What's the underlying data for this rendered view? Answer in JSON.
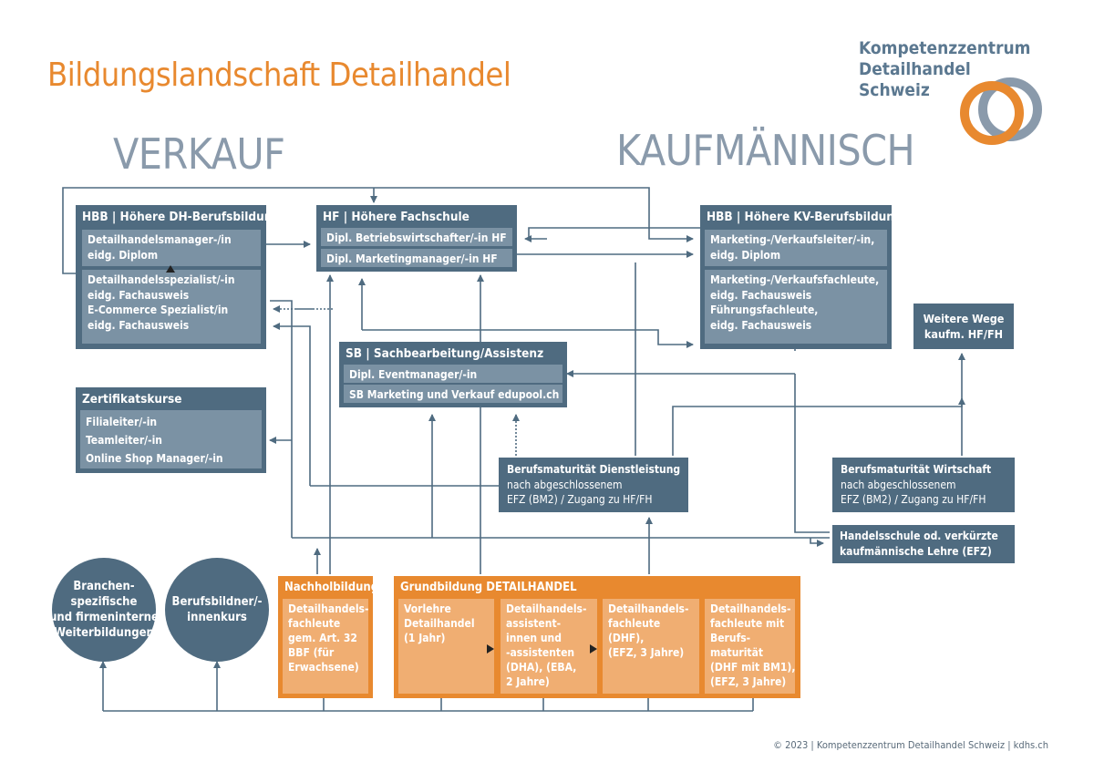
{
  "title": "Bildungslandschaft Detailhandel",
  "sections": {
    "left": "VERKAUF",
    "right": "KAUFMÄNNISCH"
  },
  "logo": {
    "lines": [
      "Kompetenzzentrum",
      "Detailhandel",
      "Schweiz"
    ],
    "colors": {
      "blue": "#5b7890",
      "orange": "#e8892f",
      "grey": "#8a9aab"
    }
  },
  "hbb_dh": {
    "title": "HBB | Höhere DH-Berufsbildung",
    "items": [
      [
        "Detailhandelsmanager-/in",
        "eidg. Diplom"
      ],
      [
        "Detailhandelsspezialist/-in",
        "eidg. Fachausweis",
        "E-Commerce Spezialist/in",
        "eidg. Fachausweis"
      ]
    ]
  },
  "hf": {
    "title": "HF | Höhere Fachschule",
    "items": [
      "Dipl. Betriebswirtschafter/-in HF",
      "Dipl. Marketingmanager/-in HF"
    ]
  },
  "hbb_kv": {
    "title": "HBB | Höhere KV-Berufsbildung",
    "items": [
      [
        "Marketing-/Verkaufsleiter/-in,",
        "eidg. Diplom"
      ],
      [
        "Marketing-/Verkaufsfachleute,",
        "eidg. Fachausweis",
        "Führungsfachleute,",
        "eidg. Fachausweis"
      ]
    ]
  },
  "weitere": [
    "Weitere Wege",
    "kaufm. HF/FH"
  ],
  "sb": {
    "title": "SB | Sachbearbeitung/Assistenz",
    "items": [
      "Dipl. Eventmanager/-in",
      "SB Marketing und Verkauf edupool.ch"
    ]
  },
  "zertifikat": {
    "title": "Zertifikatskurse",
    "items": [
      "Filialeiter/-in",
      "Teamleiter/-in",
      "Online Shop Manager/-in"
    ]
  },
  "bm_dl": {
    "title": "Berufsmaturität Dienstleistung",
    "lines": [
      "nach abgeschlossenem",
      "EFZ (BM2) / Zugang zu HF/FH"
    ]
  },
  "bm_wi": {
    "title": "Berufsmaturität Wirtschaft",
    "lines": [
      "nach abgeschlossenem",
      "EFZ (BM2) / Zugang zu HF/FH"
    ]
  },
  "handelsschule": [
    "Handelsschule od. verkürzte",
    "kaufmännische Lehre (EFZ)"
  ],
  "circle1": [
    "Branchen-",
    "spezifische",
    "und firmeninterne",
    "Weiterbildungen"
  ],
  "circle2": [
    "Berufsbildner/-",
    "innenkurs"
  ],
  "nachhol": {
    "title": "Nachholbildung",
    "lines": [
      "Detailhandels-",
      "fachleute",
      "gem. Art. 32",
      "BBF (für",
      "Erwachsene)"
    ]
  },
  "grund": {
    "title": "Grundbildung DETAILHANDEL",
    "cols": [
      [
        "Vorlehre",
        "Detailhandel",
        "(1 Jahr)"
      ],
      [
        "Detailhandels-",
        "assistent-",
        "innen und",
        "-assistenten",
        "(DHA), (EBA,",
        "2 Jahre)"
      ],
      [
        "Detailhandels-",
        "fachleute",
        "(DHF),",
        "(EFZ, 3 Jahre)"
      ],
      [
        "Detailhandels-",
        "fachleute mit",
        "Berufs-",
        "maturität",
        "(DHF mit BM1),",
        "(EFZ, 3 Jahre)"
      ]
    ]
  },
  "footer": "© 2023 | Kompetenzzentrum Detailhandel Schweiz | kdhs.ch",
  "colors": {
    "box": "#4f6b80",
    "sub": "#7b92a4",
    "orange": "#e8892f",
    "orange_light": "#f0ae72",
    "line": "#4f6b80"
  }
}
